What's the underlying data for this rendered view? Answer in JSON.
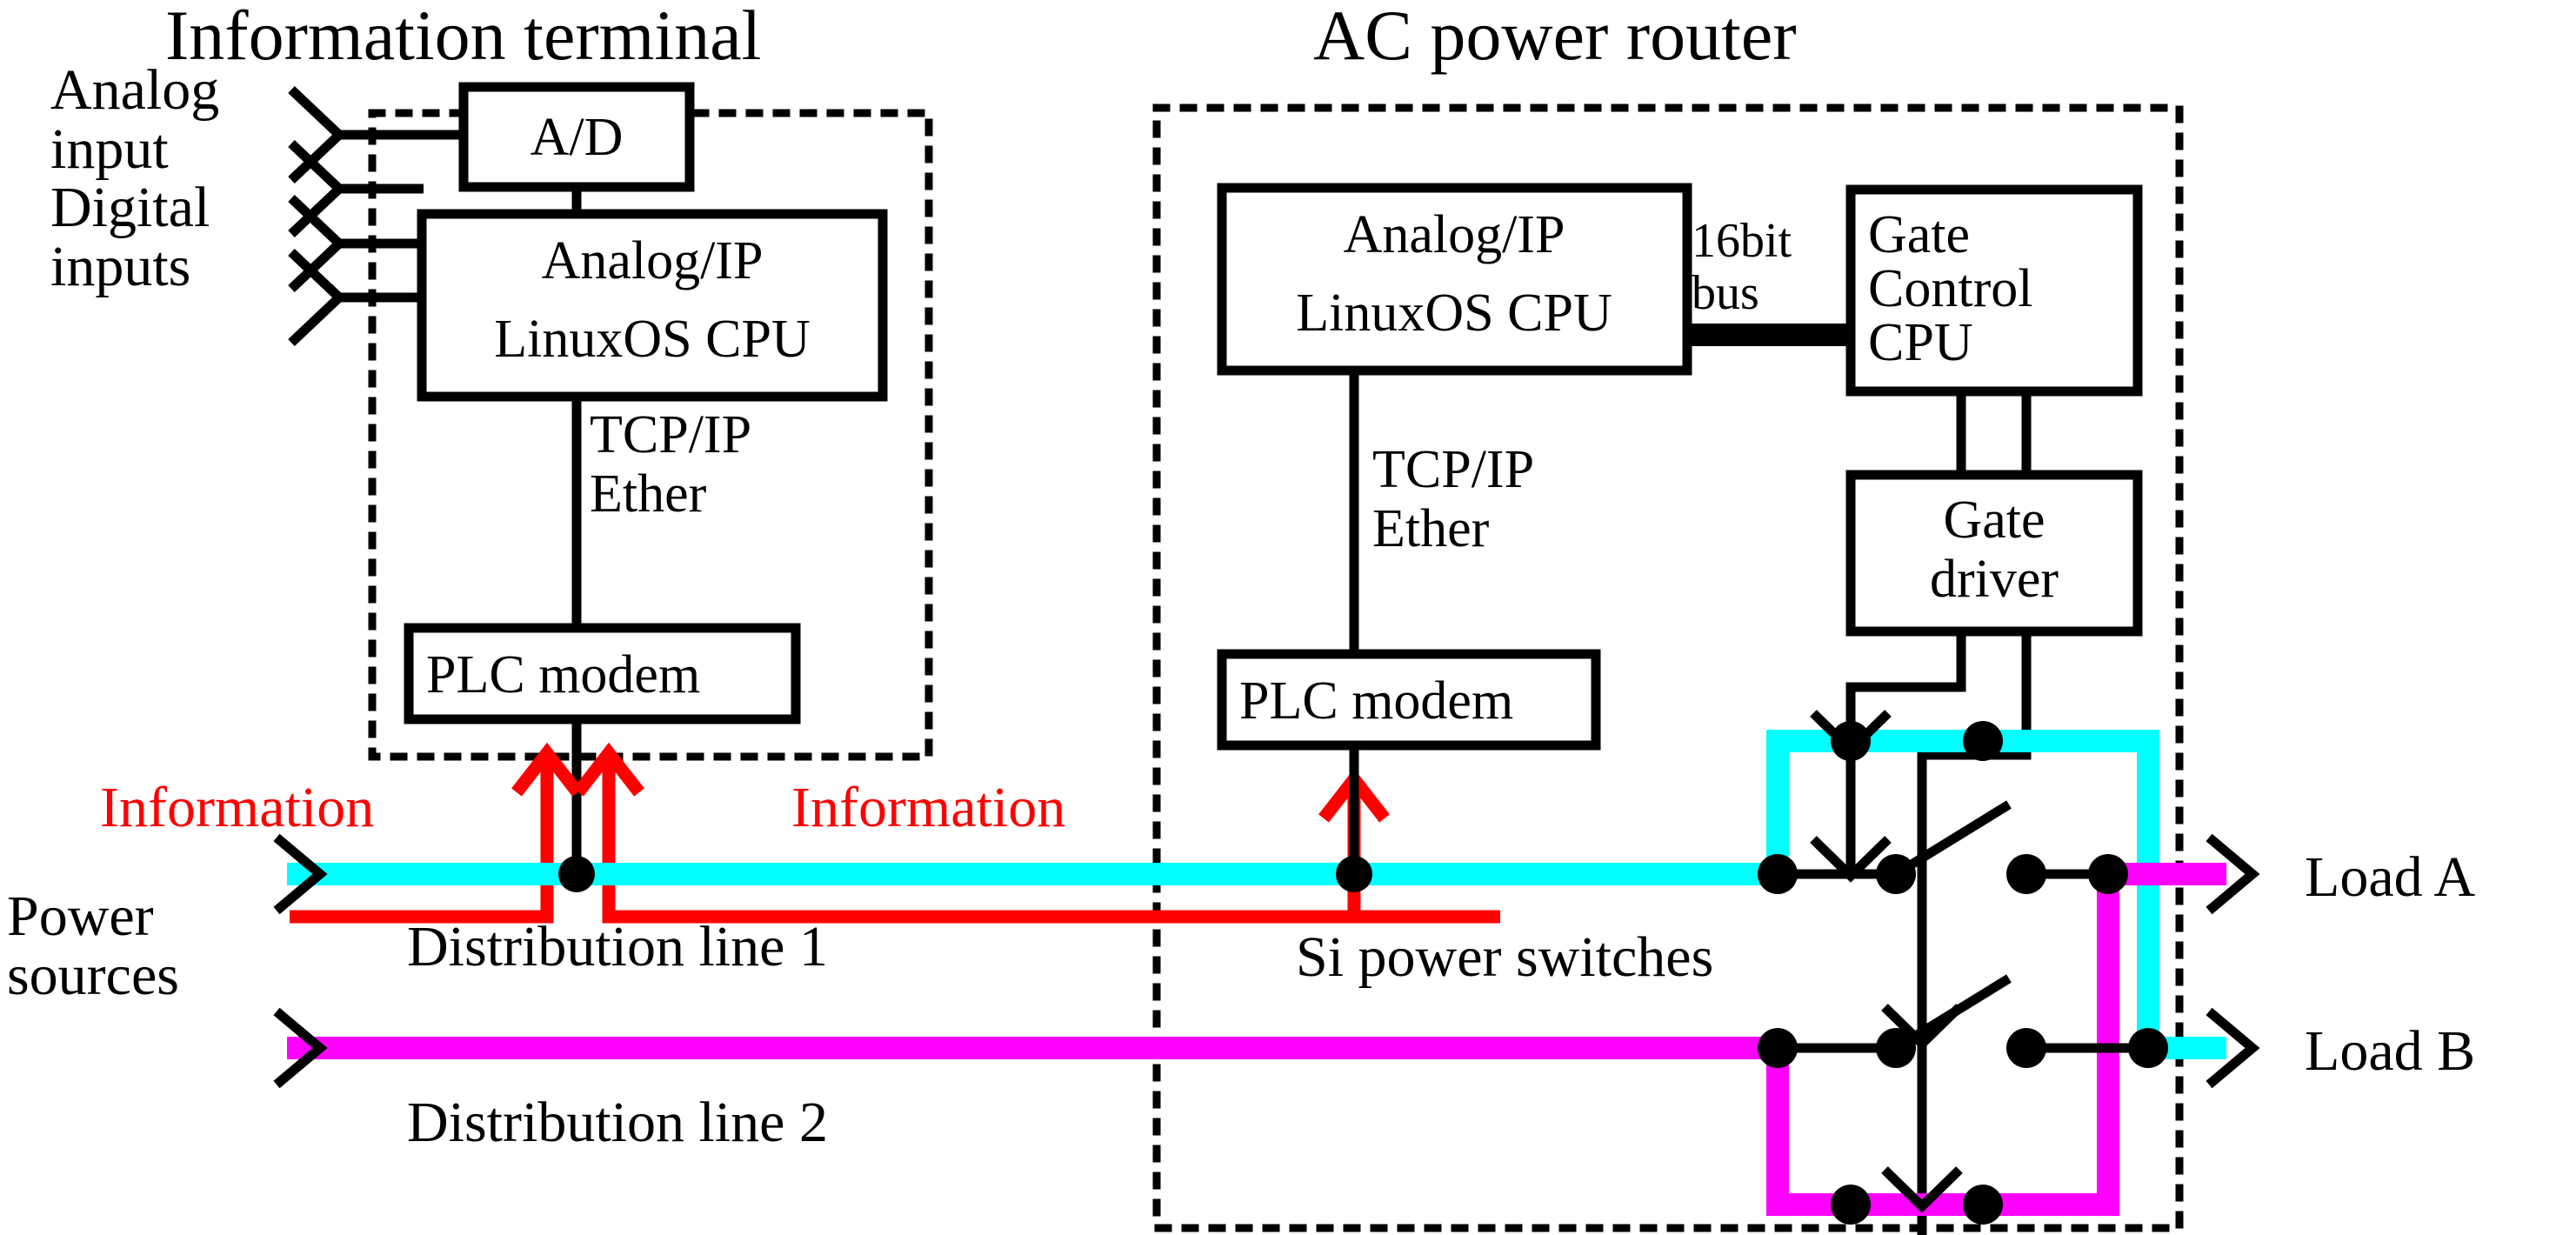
{
  "titles": {
    "left": "Information terminal",
    "right": "AC power router"
  },
  "left_panel": {
    "inputs": {
      "analog_line1": "Analog",
      "analog_line2": "input",
      "digital_line1": "Digital",
      "digital_line2": "inputs"
    },
    "blocks": {
      "ad": "A/D",
      "cpu_line1": "Analog/IP",
      "cpu_line2": "LinuxOS CPU",
      "plc": "PLC modem"
    },
    "link_line1": "TCP/IP",
    "link_line2": "Ether"
  },
  "right_panel": {
    "blocks": {
      "cpu_line1": "Analog/IP",
      "cpu_line2": "LinuxOS CPU",
      "plc": "PLC modem",
      "gate_control_line1": "Gate",
      "gate_control_line2": "Control",
      "gate_control_line3": "CPU",
      "gate_driver_line1": "Gate",
      "gate_driver_line2": "driver"
    },
    "bus_line1": "16bit",
    "bus_line2": "bus",
    "link_line1": "TCP/IP",
    "link_line2": "Ether",
    "switches_label": "Si power switches"
  },
  "power": {
    "sources_line1": "Power",
    "sources_line2": "sources",
    "line1_label": "Distribution line 1",
    "line2_label": "Distribution line 2"
  },
  "info_labels": {
    "left": "Information",
    "right": "Information"
  },
  "loads": {
    "a": "Load A",
    "b": "Load B"
  },
  "colors": {
    "line1": "#00ffff",
    "line2": "#ff00ff",
    "information": "#ff0000",
    "wire": "#000000"
  }
}
